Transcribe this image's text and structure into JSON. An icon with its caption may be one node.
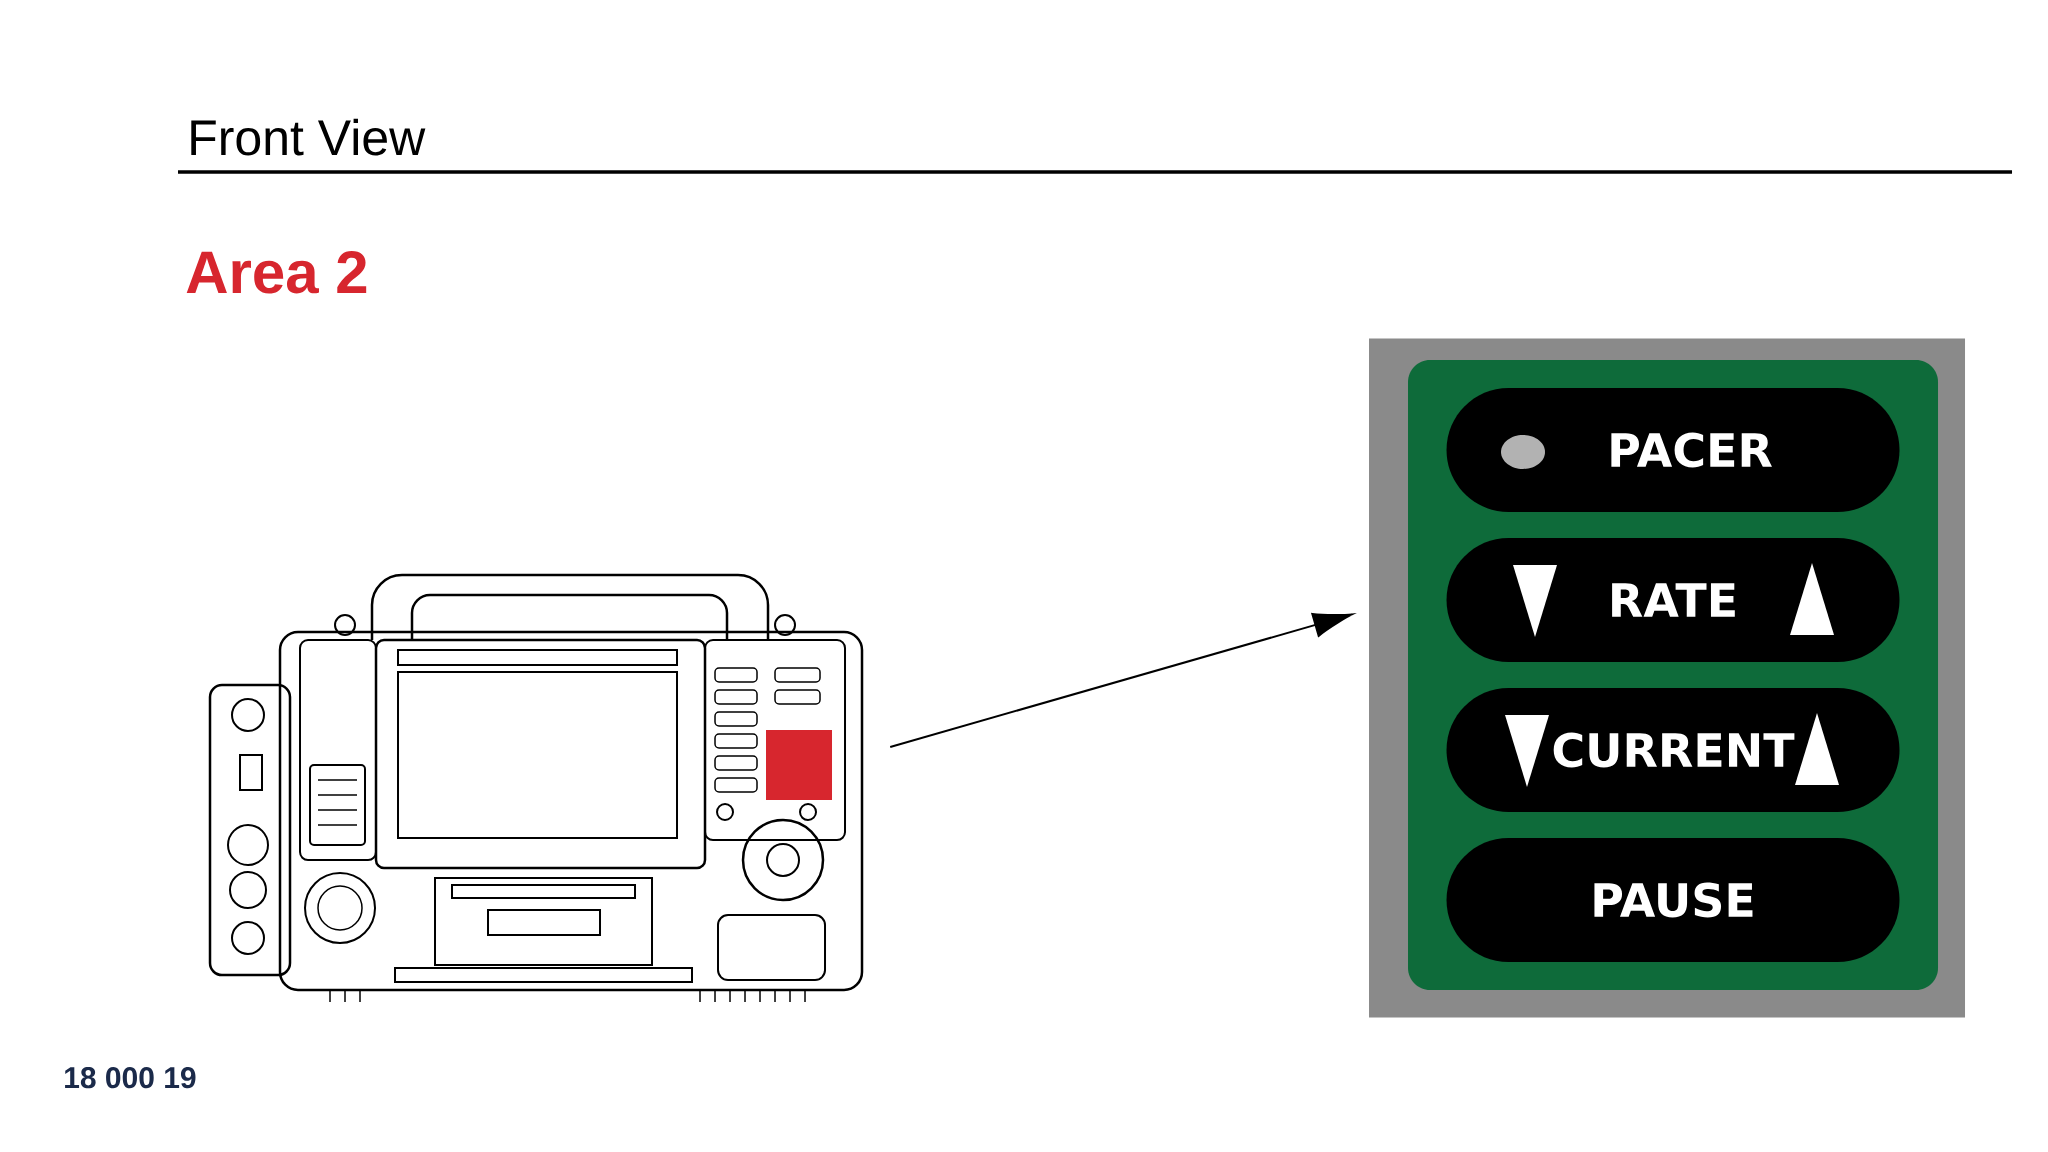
{
  "diagram": {
    "title": "Front View",
    "nodes": [
      {
        "text": [],
        "shape": "picture"
      },
      {
        "text": [],
        "shape": "box"
      },
      {
        "text": [
          "PACER"
        ],
        "in": 1
      },
      {
        "text": [
          "RATE"
        ],
        "in": 1
      },
      {
        "text": [
          "CURRENT"
        ],
        "in": 1
      },
      {
        "text": [
          "PAUSE"
        ],
        "in": 1
      }
    ],
    "edges": [
      {
        "from": 0,
        "to": 1,
        "arrow": "to"
      }
    ],
    "labels": [
      "Area 2",
      "18 000 19"
    ]
  }
}
